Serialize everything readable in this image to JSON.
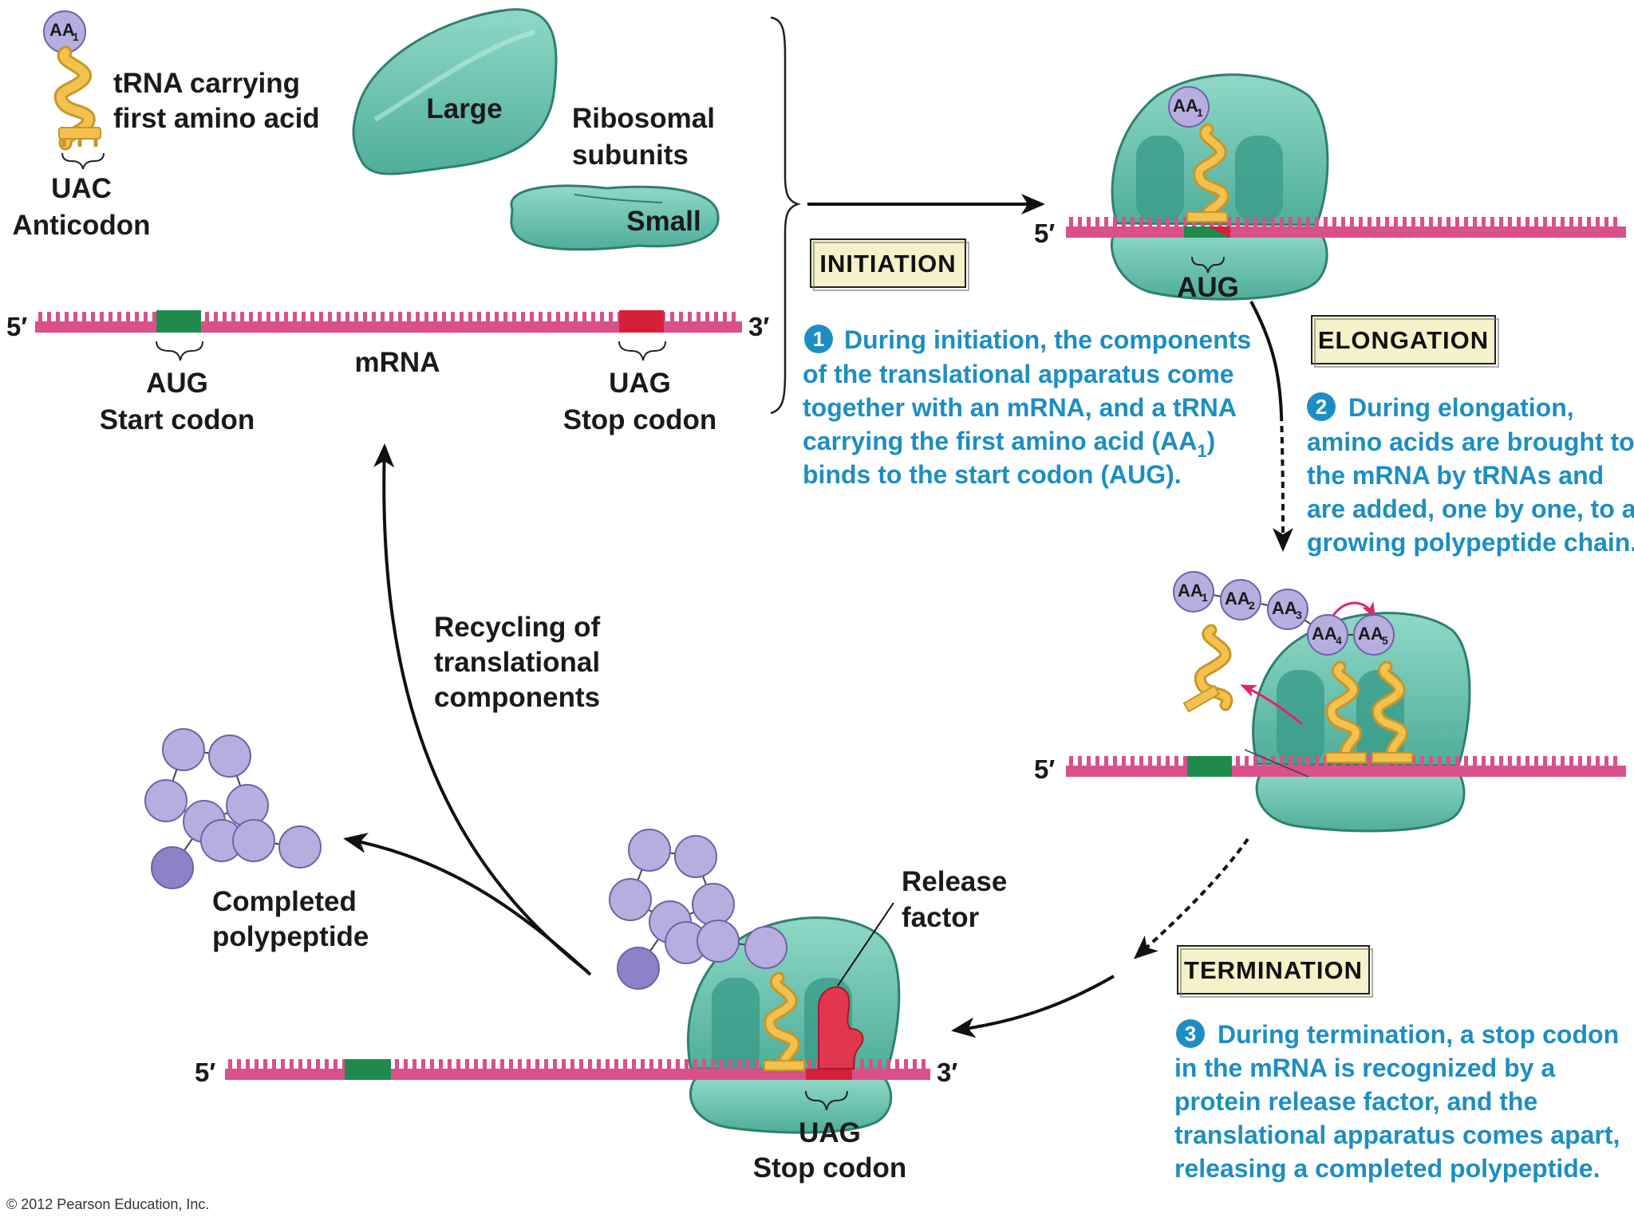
{
  "colors": {
    "ribosome_fill": "#6fc7b4",
    "ribosome_dark": "#3a9c8a",
    "ribosome_light": "#a5e0d3",
    "mrna": "#d9508a",
    "start_codon": "#1f8a4c",
    "stop_codon": "#d81f3a",
    "trna": "#f2c14e",
    "amino_acid": "#b7aee0",
    "amino_acid_dark": "#8d82c8",
    "release_factor": "#e0374d",
    "description_text": "#1d8ec4",
    "stage_label_bg": "#f5f1c8",
    "arrow_pink": "#e0246f"
  },
  "top_left": {
    "aa1": "AA",
    "aa1_sub": "1",
    "trna_label_line1": "tRNA carrying",
    "trna_label_line2": "first amino acid",
    "anticodon_seq": "UAC",
    "anticodon_label": "Anticodon",
    "large_subunit": "Large",
    "small_subunit": "Small",
    "ribosomal_line1": "Ribosomal",
    "ribosomal_line2": "subunits"
  },
  "mrna_top": {
    "five_prime": "5′",
    "three_prime": "3′",
    "start_seq": "AUG",
    "start_label": "Start codon",
    "mrna_label": "mRNA",
    "stop_seq": "UAG",
    "stop_label": "Stop codon"
  },
  "initiation": {
    "label": "INITIATION",
    "step_number": "1",
    "description_lines": [
      "During initiation, the components",
      "of the translational apparatus come",
      "together with an mRNA, and a tRNA",
      "carrying the first amino acid (AA",
      "binds to the start codon (AUG)."
    ],
    "description_sub": "1",
    "description_tail": ")",
    "five_prime": "5′",
    "codon": "AUG",
    "aa": "AA",
    "aa_sub": "1"
  },
  "elongation": {
    "label": "ELONGATION",
    "step_number": "2",
    "description_lines": [
      "During elongation,",
      "amino acids are brought to",
      "the mRNA by tRNAs and",
      "are added, one by one, to a",
      "growing polypeptide chain."
    ],
    "five_prime": "5′",
    "chain": [
      {
        "name": "AA",
        "sub": "1"
      },
      {
        "name": "AA",
        "sub": "2"
      },
      {
        "name": "AA",
        "sub": "3"
      },
      {
        "name": "AA",
        "sub": "4"
      },
      {
        "name": "AA",
        "sub": "5"
      }
    ]
  },
  "termination": {
    "label": "TERMINATION",
    "step_number": "3",
    "description_lines": [
      "During termination, a stop codon",
      "in the mRNA is recognized by a",
      "protein release factor, and the",
      "translational apparatus comes apart,",
      "releasing a completed polypeptide."
    ],
    "five_prime": "5′",
    "three_prime": "3′",
    "codon": "UAG",
    "codon_label": "Stop codon",
    "release_line1": "Release",
    "release_line2": "factor"
  },
  "recycling": {
    "line1": "Recycling of",
    "line2": "translational",
    "line3": "components"
  },
  "completed": {
    "line1": "Completed",
    "line2": "polypeptide"
  },
  "copyright": "© 2012 Pearson Education, Inc."
}
